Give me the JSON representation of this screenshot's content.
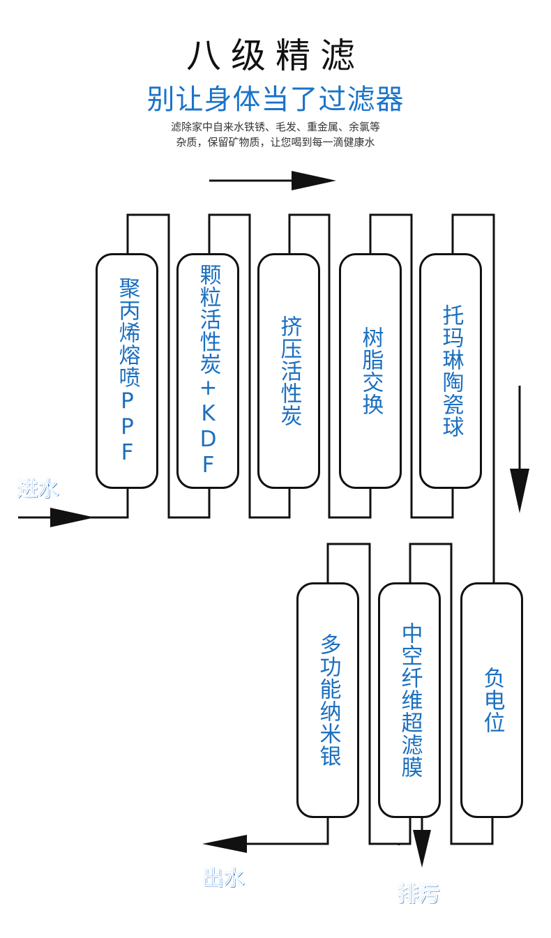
{
  "header": {
    "title": "八级精滤",
    "subtitle": "别让身体当了过滤器",
    "desc_line1": "滤除家中自来水铁锈、毛发、重金属、余氯等",
    "desc_line2": "杂质，保留矿物质，让您喝到每一滴健康水"
  },
  "flow_labels": {
    "inlet": "进水",
    "outlet": "出水",
    "drain": "排污"
  },
  "filters": [
    {
      "label": "聚丙烯熔喷PPF"
    },
    {
      "label": "颗粒活性炭+KDF"
    },
    {
      "label": "挤压活性炭"
    },
    {
      "label": "树脂交换"
    },
    {
      "label": "托玛琳陶瓷球"
    },
    {
      "label": "负电位"
    },
    {
      "label": "中空纤维超滤膜"
    },
    {
      "label": "多功能纳米银"
    }
  ],
  "colors": {
    "accent": "#1a73c9",
    "filter_text": "#1b6fbf",
    "line": "#111111"
  }
}
